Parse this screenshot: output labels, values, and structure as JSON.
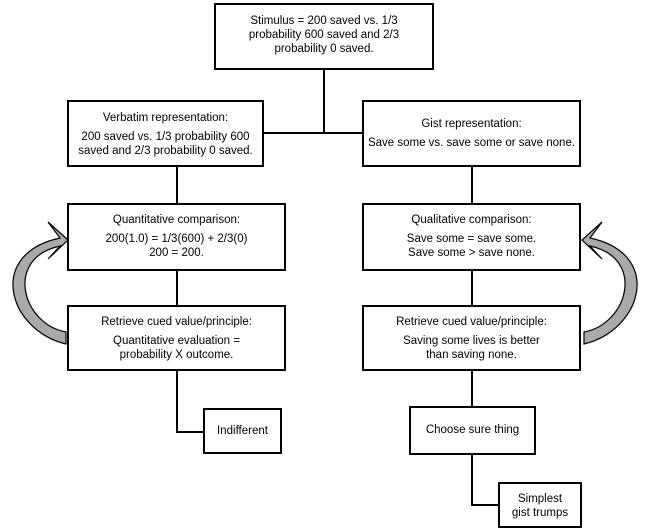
{
  "stimulus": {
    "lines": [
      "Stimulus = 200 saved vs. 1/3",
      "probability 600 saved and 2/3",
      "probability 0 saved."
    ]
  },
  "verbatim": {
    "title": "Verbatim representation:",
    "lines": [
      "200 saved vs. 1/3 probability 600",
      "saved and 2/3 probability 0 saved."
    ]
  },
  "gist": {
    "title": "Gist representation:",
    "lines": [
      "Save some vs. save some or save none."
    ]
  },
  "quantitative": {
    "title": "Quantitative comparison:",
    "lines": [
      "200(1.0) = 1/3(600) + 2/3(0)",
      "200 = 200."
    ]
  },
  "qualitative": {
    "title": "Qualitative comparison:",
    "lines": [
      "Save some = save some.",
      "Save some > save none."
    ]
  },
  "retrieve_left": {
    "title": "Retrieve cued value/principle:",
    "lines": [
      "Quantitative evaluation =",
      "probability X outcome."
    ]
  },
  "retrieve_right": {
    "title": "Retrieve cued value/principle:",
    "lines": [
      "Saving some lives is better",
      "than saving none."
    ]
  },
  "indifferent": {
    "label": "Indifferent"
  },
  "choose": {
    "label": "Choose sure thing"
  },
  "simplest": {
    "lines": [
      "Simplest",
      "gist trumps"
    ]
  }
}
